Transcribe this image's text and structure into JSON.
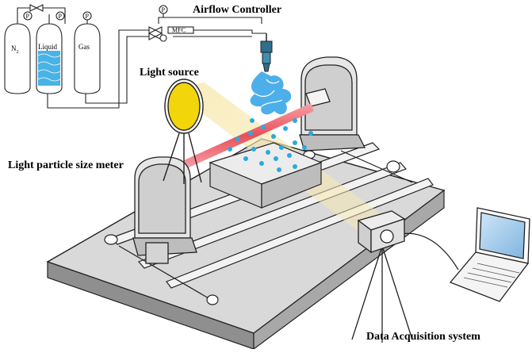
{
  "labels": {
    "airflow_controller": "Airflow Controller",
    "light_source": "Light source",
    "size_meter": "Light particle size meter",
    "daq": "Data Acquisition system"
  },
  "tanks": {
    "n2": "N",
    "n2_sub": "2",
    "liquid": "Liquid",
    "gas": "Gas"
  },
  "gauges": {
    "gauge_symbol": "P"
  },
  "devices": {
    "mfc": "MFC"
  },
  "colors": {
    "laser": "#e8505a",
    "droplets": "#2aa9e0",
    "spray": "#3aa6e8",
    "light": "#f5e29a",
    "lamp": "#f2d50a",
    "platform_top": "#d8d8d8",
    "platform_side": "#9c9c9c"
  }
}
